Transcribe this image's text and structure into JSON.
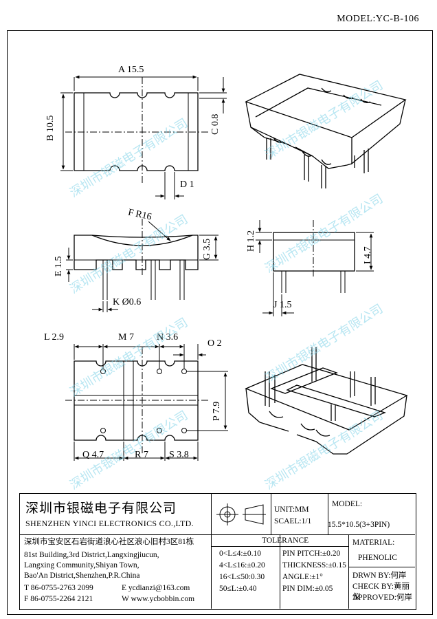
{
  "header": {
    "model_label": "MODEL:YC-B-106"
  },
  "top_view": {
    "dim_a": "A 15.5",
    "dim_b": "B 10.5",
    "dim_c": "C 0.8",
    "dim_d": "D 1"
  },
  "front_view": {
    "dim_f": "F R16",
    "dim_e": "E 1.5",
    "dim_g": "G 3.5",
    "dim_k": "K Ø0.6"
  },
  "side_view": {
    "dim_h": "H 1.2",
    "dim_i": "I 4.7",
    "dim_j": "J 1.5"
  },
  "bottom_view": {
    "dim_l": "L 2.9",
    "dim_m": "M 7",
    "dim_n": "N 3.6",
    "dim_o": "O 2",
    "dim_p": "P 7.9",
    "dim_q": "Q 4.7",
    "dim_r": "R 7",
    "dim_s": "S 3.8"
  },
  "watermark": {
    "text": "深圳市银磁电子有限公司"
  },
  "title_block": {
    "company_cn": "深圳市银磁电子有限公司",
    "company_en": "SHENZHEN YINCI ELECTRONICS CO.,LTD.",
    "address_cn": "深圳市宝安区石岩街道浪心社区浪心旧村3区81栋",
    "address_en_1": "81st Building,3rd District,Langxingjiucun,",
    "address_en_2": "Langxing Community,Shiyan Town,",
    "address_en_3": "Bao'An District,Shenzhen,P.R.China",
    "tel": "T 86-0755-2763 2099",
    "email": "E ycdianzi@163.com",
    "fax": "F 86-0755-2264 2121",
    "web": "W www.ycbobbin.com",
    "unit": "UNIT:MM",
    "scale": "SCAEL:1/1",
    "model_label": "MODEL:",
    "model_value": "15.5*10.5(3+3PIN)",
    "tolerance_label": "TOLERANCE",
    "tol": [
      "0<L≤4:±0.10",
      "4<L≤16:±0.20",
      "16<L≤50:0.30",
      "50≤L:±0.40"
    ],
    "pin": [
      "PIN PITCH:±0.20",
      "THICKNESS:±0.15",
      "ANGLE:±1°",
      "PIN DIM:±0.05"
    ],
    "material_label": "MATERIAL:",
    "material_value": "PHENOLIC",
    "drawn_by": "DRWN BY:何岸",
    "check_by": "CHECK BY:黄丽仪",
    "approved_by": "APPROVED:何岸"
  }
}
